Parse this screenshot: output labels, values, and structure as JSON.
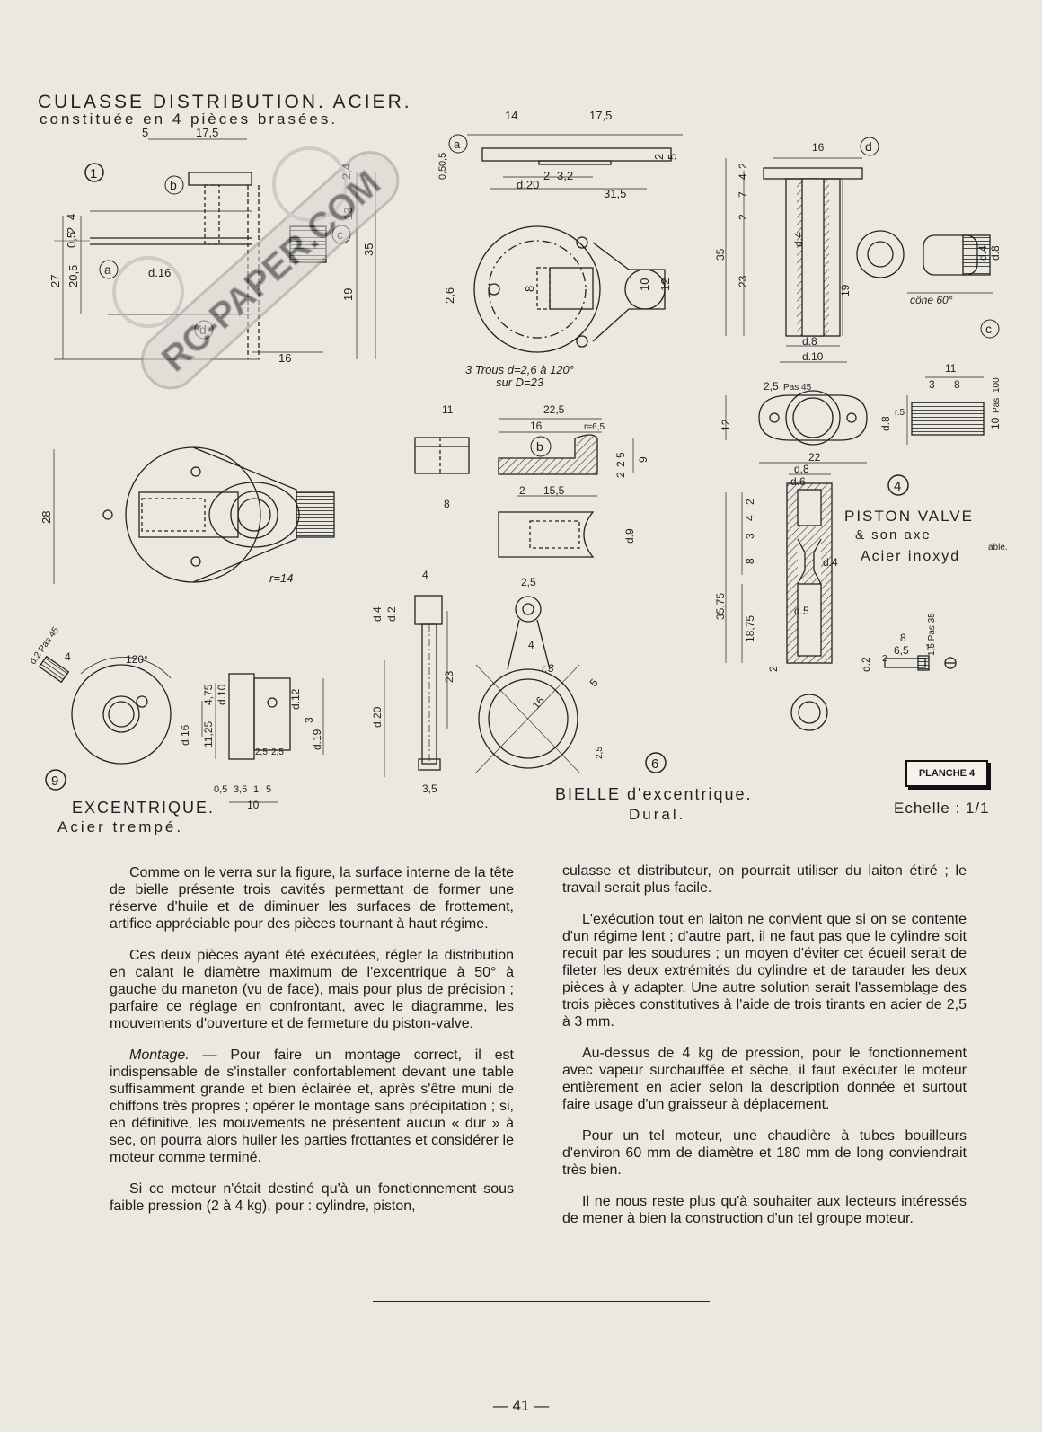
{
  "drawings": {
    "culasse": {
      "title": "CULASSE DISTRIBUTION. ACIER.",
      "subtitle": "constituée en 4 pièces brasées.",
      "number": "1",
      "dims": [
        "5",
        "17,5",
        "27",
        "20,5",
        "4",
        "2",
        "0,5",
        "d.16",
        "16",
        "19",
        "35",
        "13",
        "2,4"
      ],
      "markers": [
        "a",
        "b",
        "c",
        "d"
      ]
    },
    "part_a": {
      "marker": "a",
      "dims": [
        "14",
        "17,5",
        "0,5",
        "0,5",
        "2",
        "5",
        "2",
        "3,2",
        "d.20",
        "31,5",
        "2,6",
        "8",
        "10",
        "12"
      ],
      "note_line1": "3 Trous d=2,6 à 120°",
      "note_line2": "sur D=23"
    },
    "part_d": {
      "marker": "d",
      "dims": [
        "16",
        "2",
        "4",
        "7",
        "2",
        "35",
        "23",
        "19",
        "d.4",
        "d.8",
        "d.10"
      ],
      "cone": "cône 60°",
      "dims2": [
        "d.4",
        "d.8"
      ]
    },
    "part_c": {
      "marker": "c",
      "dims": [
        "11",
        "3",
        "8",
        "10",
        "Pas",
        "100",
        "2,5",
        "Pas 45",
        "12",
        "d.8",
        "r.5",
        "22"
      ]
    },
    "part_b": {
      "marker": "b",
      "dims": [
        "11",
        "8",
        "22,5",
        "16",
        "r=6,5",
        "2",
        "5",
        "2",
        "2",
        "9",
        "15,5",
        "d.9"
      ]
    },
    "base_view": {
      "dims": [
        "28",
        "r=14"
      ]
    },
    "piston_valve": {
      "number": "4",
      "title": "PISTON VALVE",
      "subtitle": "& son axe",
      "material": "Acier inoxyd",
      "material_sup": "able.",
      "dims": [
        "d.8",
        "d.6",
        "2",
        "4",
        "3",
        "8",
        "35,75",
        "18,75",
        "2",
        "d.4",
        "d.5",
        "8",
        "6,5",
        "d.2",
        "1,5 Pas 35",
        "1",
        "2"
      ]
    },
    "excentrique": {
      "number": "9",
      "title": "EXCENTRIQUE.",
      "subtitle": "Acier trempé.",
      "dims": [
        "d.2 Pas 45",
        "4",
        "120°",
        "4,75",
        "d.10",
        "d.12",
        "d.16",
        "11,25",
        "3",
        "d.19",
        "2,5",
        "2,5",
        "0,5",
        "3,5",
        "1",
        "5",
        "10"
      ]
    },
    "bielle": {
      "number": "6",
      "title": "BIELLE d'excentrique.",
      "material": "Dural.",
      "dims": [
        "4",
        "d.4",
        "d.2",
        "23",
        "d.20",
        "3,5",
        "2,5",
        "4",
        "r.3",
        "16",
        "5",
        "2,5"
      ]
    },
    "planche": "PLANCHE 4",
    "echelle": "Echelle : 1/1",
    "watermark": "RC-PAPER.COM"
  },
  "text": {
    "left": [
      "Comme on le verra sur la figure, la surface interne de la tête de bielle présente trois cavités permettant de former une réserve d'huile et de diminuer les surfaces de frottement, artifice appréciable pour des pièces tournant à haut régime.",
      "Ces deux pièces ayant été exécutées, régler la distribution en calant le diamètre maximum de l'excentrique à 50° à gauche du maneton (vu de face), mais pour plus de précision ; parfaire ce réglage en confrontant, avec le diagramme, les mouvements d'ouverture et de fermeture du piston-valve.",
      "Pour faire un montage correct, il est indispensable de s'installer confortablement devant une table suffisamment grande et bien éclairée et, après s'être muni de chiffons très propres ; opérer le montage sans précipitation ; si, en définitive, les mouvements ne présentent aucun « dur » à sec, on pourra alors huiler les parties frottantes et considérer le moteur comme terminé.",
      "Si ce moteur n'était destiné qu'à un fonctionnement sous faible pression (2 à 4 kg), pour : cylindre, piston,"
    ],
    "montage_lead": "Montage. —",
    "right": [
      "culasse et distributeur, on pourrait utiliser du laiton étiré ; le travail serait plus facile.",
      "L'exécution tout en laiton ne convient que si on se contente d'un régime lent ; d'autre part, il ne faut pas que le cylindre soit recuit par les soudures ; un moyen d'éviter cet écueil serait de fileter les deux extrémités du cylindre et de tarauder les deux pièces à y adapter. Une autre solution serait l'assemblage des trois pièces constitutives à l'aide de trois tirants en acier de 2,5 à 3 mm.",
      "Au-dessus de 4 kg de pression, pour le fonctionnement avec vapeur surchauffée et sèche, il faut exécuter le moteur entièrement en acier selon la description donnée et surtout faire usage d'un graisseur à déplacement.",
      "Pour un tel moteur, une chaudière à tubes bouilleurs d'environ 60 mm de diamètre et 180 mm de long conviendrait très bien.",
      "Il ne nous reste plus qu'à souhaiter aux lecteurs intéressés de mener à bien la construction d'un tel groupe moteur."
    ]
  },
  "page_number": "— 41 —"
}
